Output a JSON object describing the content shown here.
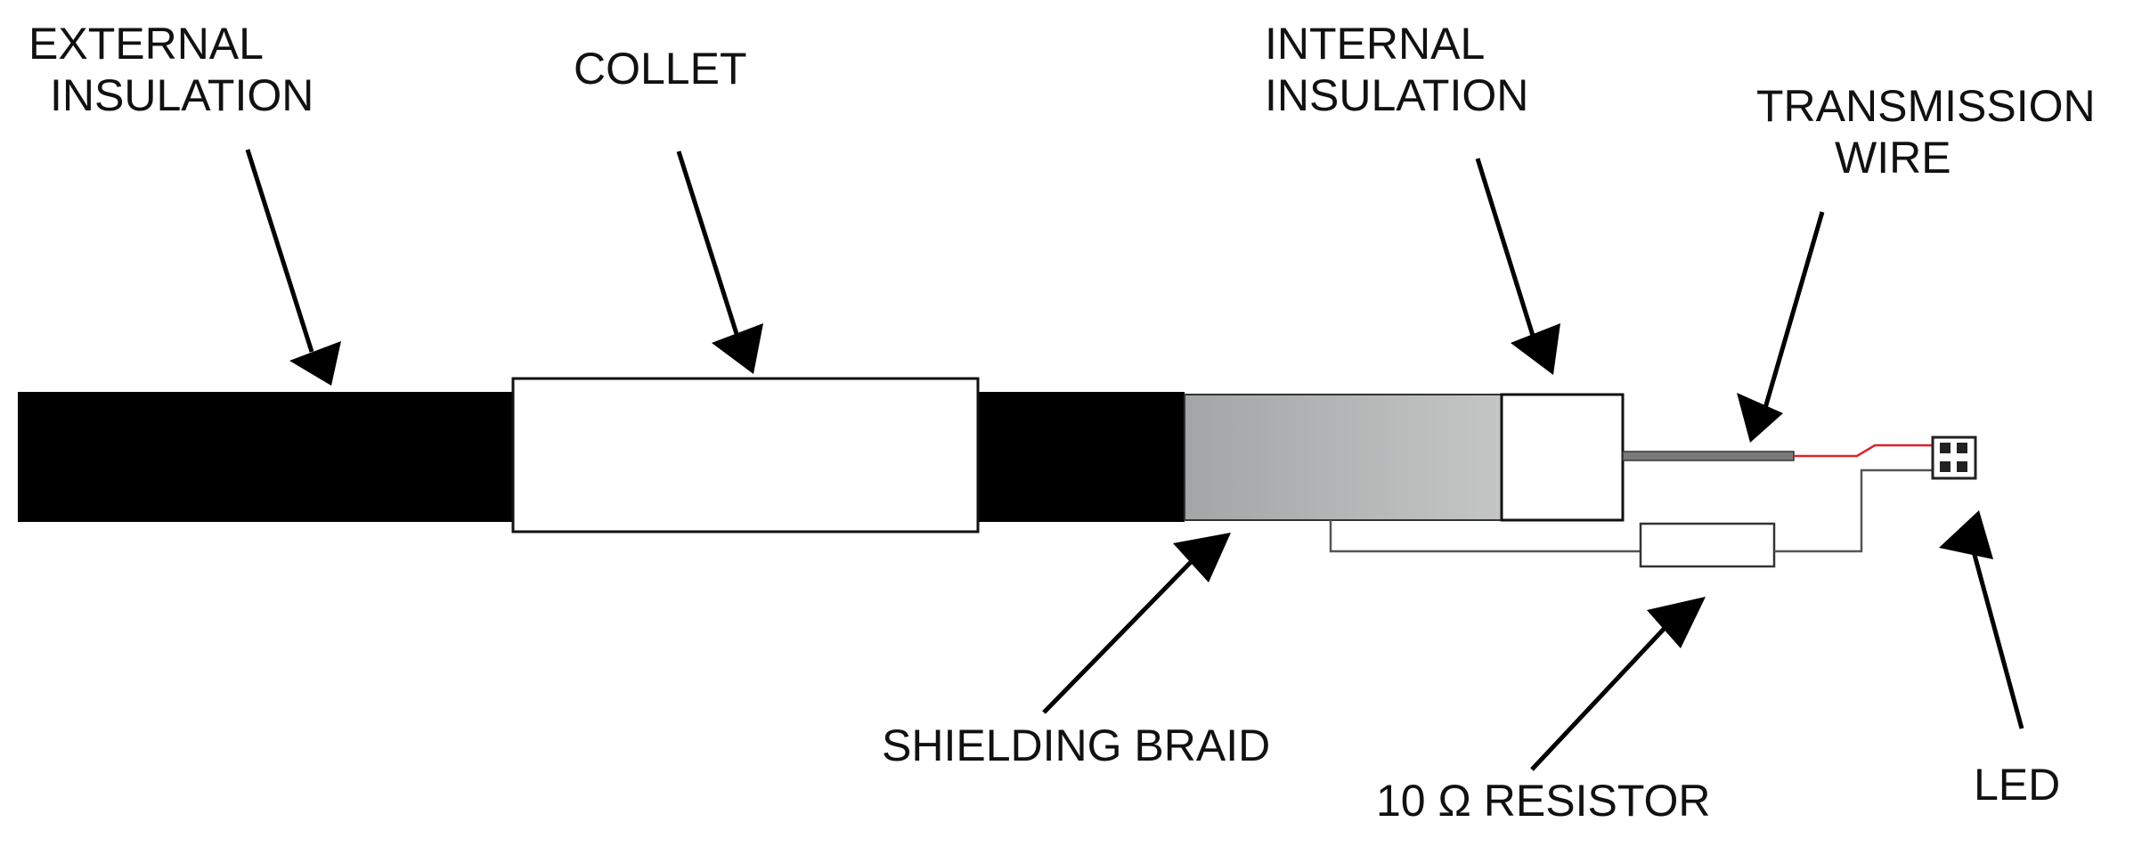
{
  "labels": {
    "external_insulation": [
      "EXTERNAL",
      "INSULATION"
    ],
    "collet": "COLLET",
    "internal_insulation": [
      "INTERNAL",
      "INSULATION"
    ],
    "transmission_wire": [
      "TRANSMISSION",
      "WIRE"
    ],
    "shielding_braid": "SHIELDING BRAID",
    "resistor": "10 Ω RESISTOR",
    "led": "LED"
  },
  "colors": {
    "insulation": "#000000",
    "collet": "#ffffff",
    "braid_light": "#c4c6c6",
    "braid_dark": "#a3a6a6",
    "outline": "#111111",
    "transmission_wire": "#6e6e6e",
    "signal_wire": "#e0202a",
    "circuit_wire": "#555555"
  }
}
